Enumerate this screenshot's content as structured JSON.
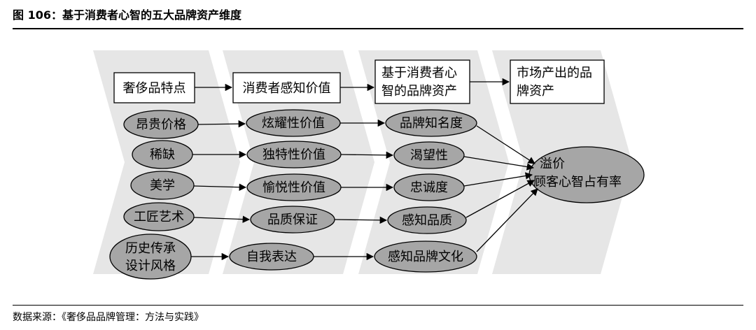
{
  "title": "图 106：基于消费者心智的五大品牌资产维度",
  "source": "数据来源：《奢侈品品牌管理：方法与实践》",
  "diagram": {
    "headers": [
      "奢侈品特点",
      "消费者感知价值",
      "基于消费者心智的品牌资产",
      "市场产出的品牌资产"
    ],
    "header_lines": [
      [
        "奢侈品特点"
      ],
      [
        "消费者感知价值"
      ],
      [
        "基于消费者心",
        "智的品牌资产"
      ],
      [
        "市场产出的品",
        "牌资产"
      ]
    ],
    "col1": [
      {
        "lines": [
          "昂贵价格"
        ]
      },
      {
        "lines": [
          "稀缺"
        ]
      },
      {
        "lines": [
          "美学"
        ]
      },
      {
        "lines": [
          "工匠艺术"
        ]
      },
      {
        "lines": [
          "历史传承",
          "设计风格"
        ]
      }
    ],
    "col2": [
      "炫耀性价值",
      "独特性价值",
      "愉悦性价值",
      "品质保证",
      "自我表达"
    ],
    "col3": [
      "品牌知名度",
      "渴望性",
      "忠诚度",
      "感知品质",
      "感知品牌文化"
    ],
    "outcome": [
      "溢价",
      "顾客心智占有率"
    ],
    "colors": {
      "chevron": "#e6e6e6",
      "ellipse": "#a6a6a6",
      "stroke": "#000000"
    }
  }
}
